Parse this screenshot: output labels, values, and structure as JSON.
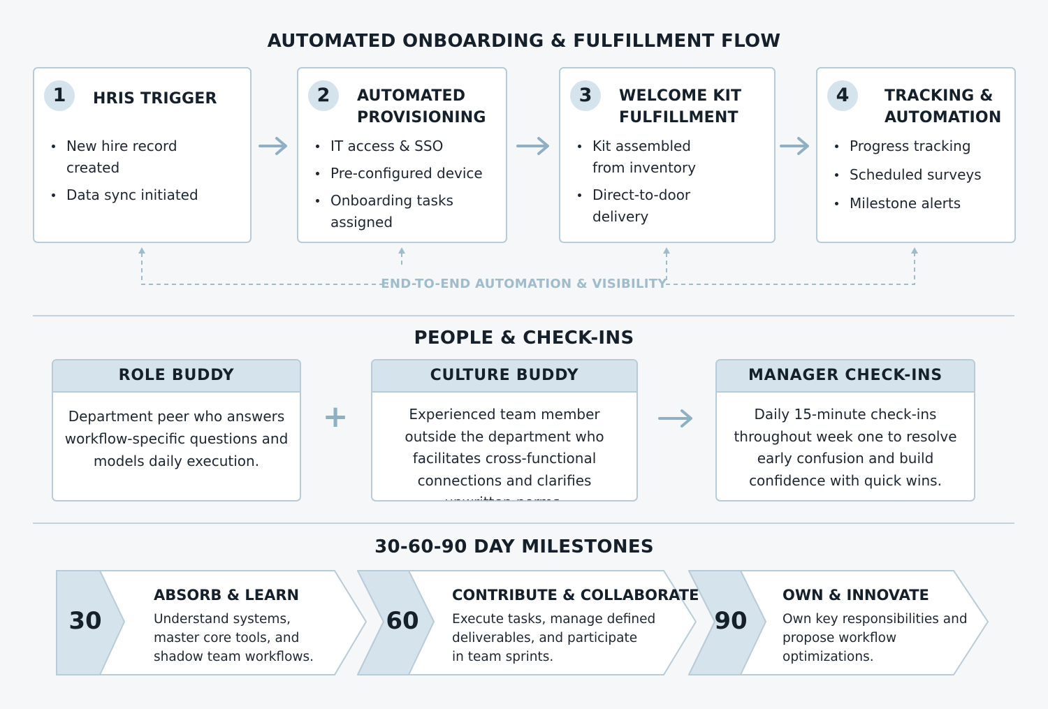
{
  "flow": {
    "title": "AUTOMATED ONBOARDING & FULFILLMENT FLOW",
    "steps": [
      {
        "number": "1",
        "title": "HRIS TRIGGER",
        "items": [
          "New hire record\ncreated",
          "Data sync initiated"
        ]
      },
      {
        "number": "2",
        "title": "AUTOMATED\nPROVISIONING",
        "items": [
          "IT access & SSO",
          "Pre-configured device",
          "Onboarding tasks\nassigned"
        ]
      },
      {
        "number": "3",
        "title": "WELCOME KIT\nFULFILLMENT",
        "items": [
          "Kit assembled\nfrom inventory",
          "Direct-to-door\ndelivery"
        ]
      },
      {
        "number": "4",
        "title": "TRACKING &\nAUTOMATION",
        "items": [
          "Progress tracking",
          "Scheduled surveys",
          "Milestone alerts"
        ]
      }
    ],
    "feedback_label": "END-TO-END AUTOMATION & VISIBILITY"
  },
  "people": {
    "title": "PEOPLE & CHECK-INS",
    "cards": [
      {
        "title": "ROLE BUDDY",
        "text": "Department peer who answers workflow-specific questions and models daily execution."
      },
      {
        "title": "CULTURE BUDDY",
        "text": "Experienced team member outside the department who facilitates cross-functional connections and clarifies unwritten norms."
      },
      {
        "title": "MANAGER CHECK-INS",
        "text": "Daily 15-minute check-ins throughout week one to resolve early confusion and build confidence with quick wins."
      }
    ],
    "plus_symbol": "+"
  },
  "milestones": {
    "title": "30-60-90 DAY MILESTONES",
    "items": [
      {
        "day": "30",
        "title": "ABSORB & LEARN",
        "text": "Understand systems,\nmaster core tools, and\nshadow team workflows."
      },
      {
        "day": "60",
        "title": "CONTRIBUTE & COLLABORATE",
        "text": "Execute tasks, manage defined\ndeliverables, and participate\nin team sprints."
      },
      {
        "day": "90",
        "title": "OWN & INNOVATE",
        "text": "Own key responsibilities and\npropose workflow\noptimizations."
      }
    ]
  },
  "colors": {
    "card_border": "#b9cbd6",
    "accent_fill": "#d5e4ec",
    "arrow": "#8fb0c2",
    "dashed_line": "#9fbccb"
  }
}
